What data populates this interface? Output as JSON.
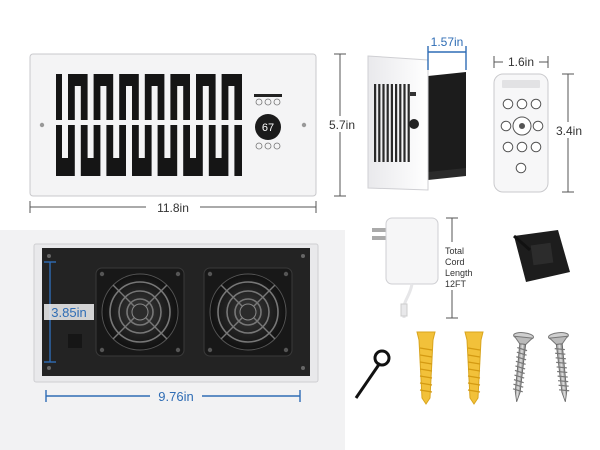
{
  "vent_front": {
    "width_label": "11.8in",
    "height_label": "5.7in",
    "display_value": "67"
  },
  "vent_side": {
    "depth_label": "1.57in"
  },
  "remote": {
    "width_label": "1.6in",
    "height_label": "3.4in"
  },
  "vent_back": {
    "height_label": "3.85in",
    "width_label": "9.76in"
  },
  "adapter": {
    "cord_label_line1": "Total",
    "cord_label_line2": "Cord",
    "cord_label_line3": "Length",
    "cord_label_line4": "12FT"
  },
  "accessories": [
    "cable-tie",
    "wall-anchor",
    "wall-anchor",
    "screw",
    "screw",
    "mounting-base"
  ],
  "colors": {
    "dimension_dark": "#555555",
    "dimension_blue": "#2f6db5",
    "anchor_yellow": "#f2c13a",
    "panel_white": "#f4f4f5"
  }
}
